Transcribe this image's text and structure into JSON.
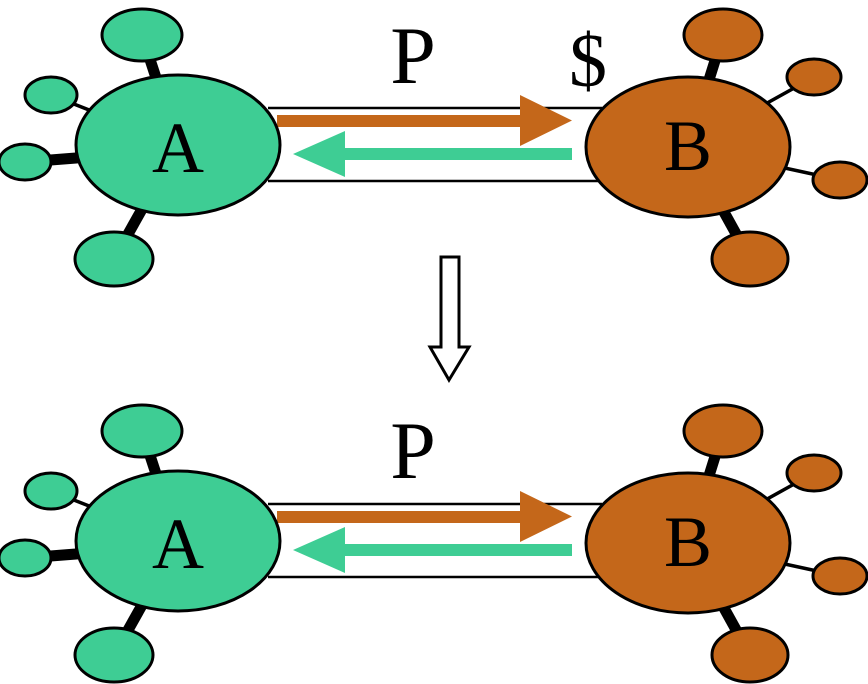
{
  "colors": {
    "green": "#3ECD94",
    "orange": "#C4671A",
    "outline": "#000000",
    "background": "#FFFFFF"
  },
  "top_diagram": {
    "node_a": "A",
    "node_b": "B",
    "link_label": "P",
    "payment_label": "$"
  },
  "bottom_diagram": {
    "node_a": "A",
    "node_b": "B",
    "link_label": "P"
  },
  "icons": {
    "transition": "down-arrow-icon"
  }
}
